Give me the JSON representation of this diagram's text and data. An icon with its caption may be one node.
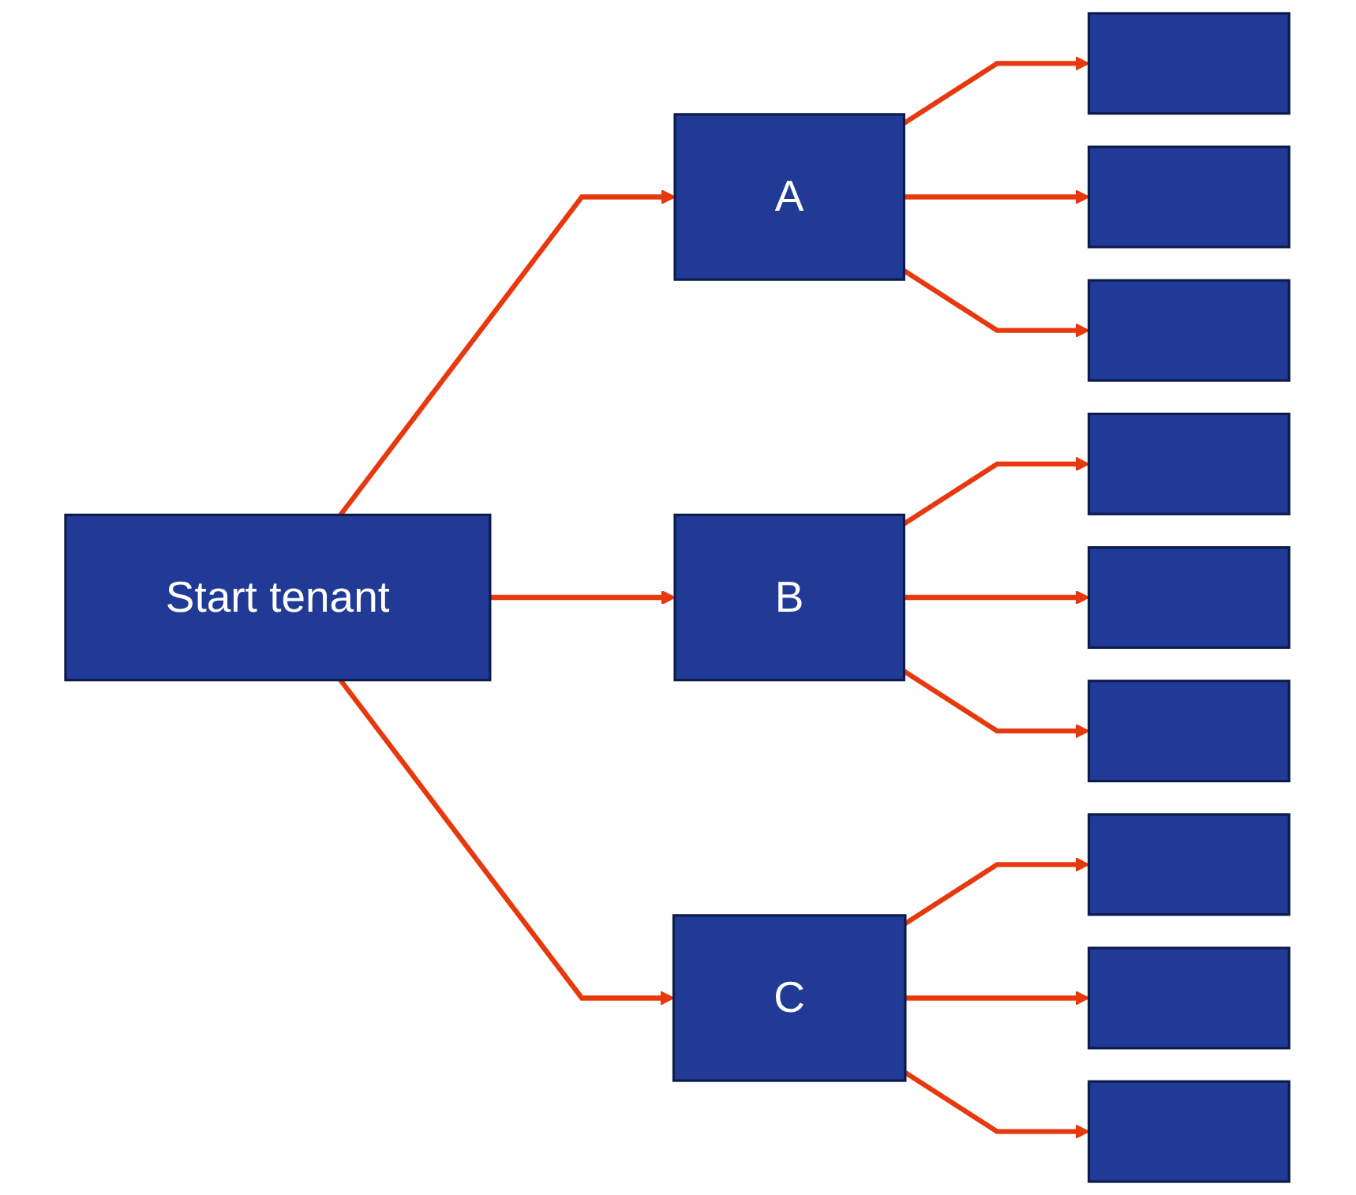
{
  "diagram": {
    "nodes": [
      {
        "text": [
          "Start tenant"
        ]
      },
      {
        "text": [
          "A"
        ]
      },
      {
        "text": [
          "B"
        ]
      },
      {
        "text": [
          "C"
        ]
      },
      {
        "text": [],
        "shape": "box"
      },
      {
        "text": [],
        "shape": "box"
      },
      {
        "text": [],
        "shape": "box"
      },
      {
        "text": [],
        "shape": "box"
      },
      {
        "text": [],
        "shape": "box"
      },
      {
        "text": [],
        "shape": "box"
      },
      {
        "text": [],
        "shape": "box"
      },
      {
        "text": [],
        "shape": "box"
      },
      {
        "text": [],
        "shape": "box"
      }
    ],
    "edges": [
      {
        "from": 0,
        "to": 1,
        "arrow": "to"
      },
      {
        "from": 0,
        "to": 2,
        "arrow": "to"
      },
      {
        "from": 0,
        "to": 3,
        "arrow": "to"
      },
      {
        "from": 1,
        "to": 4,
        "arrow": "to"
      },
      {
        "from": 1,
        "to": 5,
        "arrow": "to"
      },
      {
        "from": 1,
        "to": 6,
        "arrow": "to"
      },
      {
        "from": 2,
        "to": 7,
        "arrow": "to"
      },
      {
        "from": 2,
        "to": 8,
        "arrow": "to"
      },
      {
        "from": 2,
        "to": 9,
        "arrow": "to"
      },
      {
        "from": 3,
        "to": 10,
        "arrow": "to"
      },
      {
        "from": 3,
        "to": 11,
        "arrow": "to"
      },
      {
        "from": 3,
        "to": 12,
        "arrow": "to"
      }
    ]
  }
}
